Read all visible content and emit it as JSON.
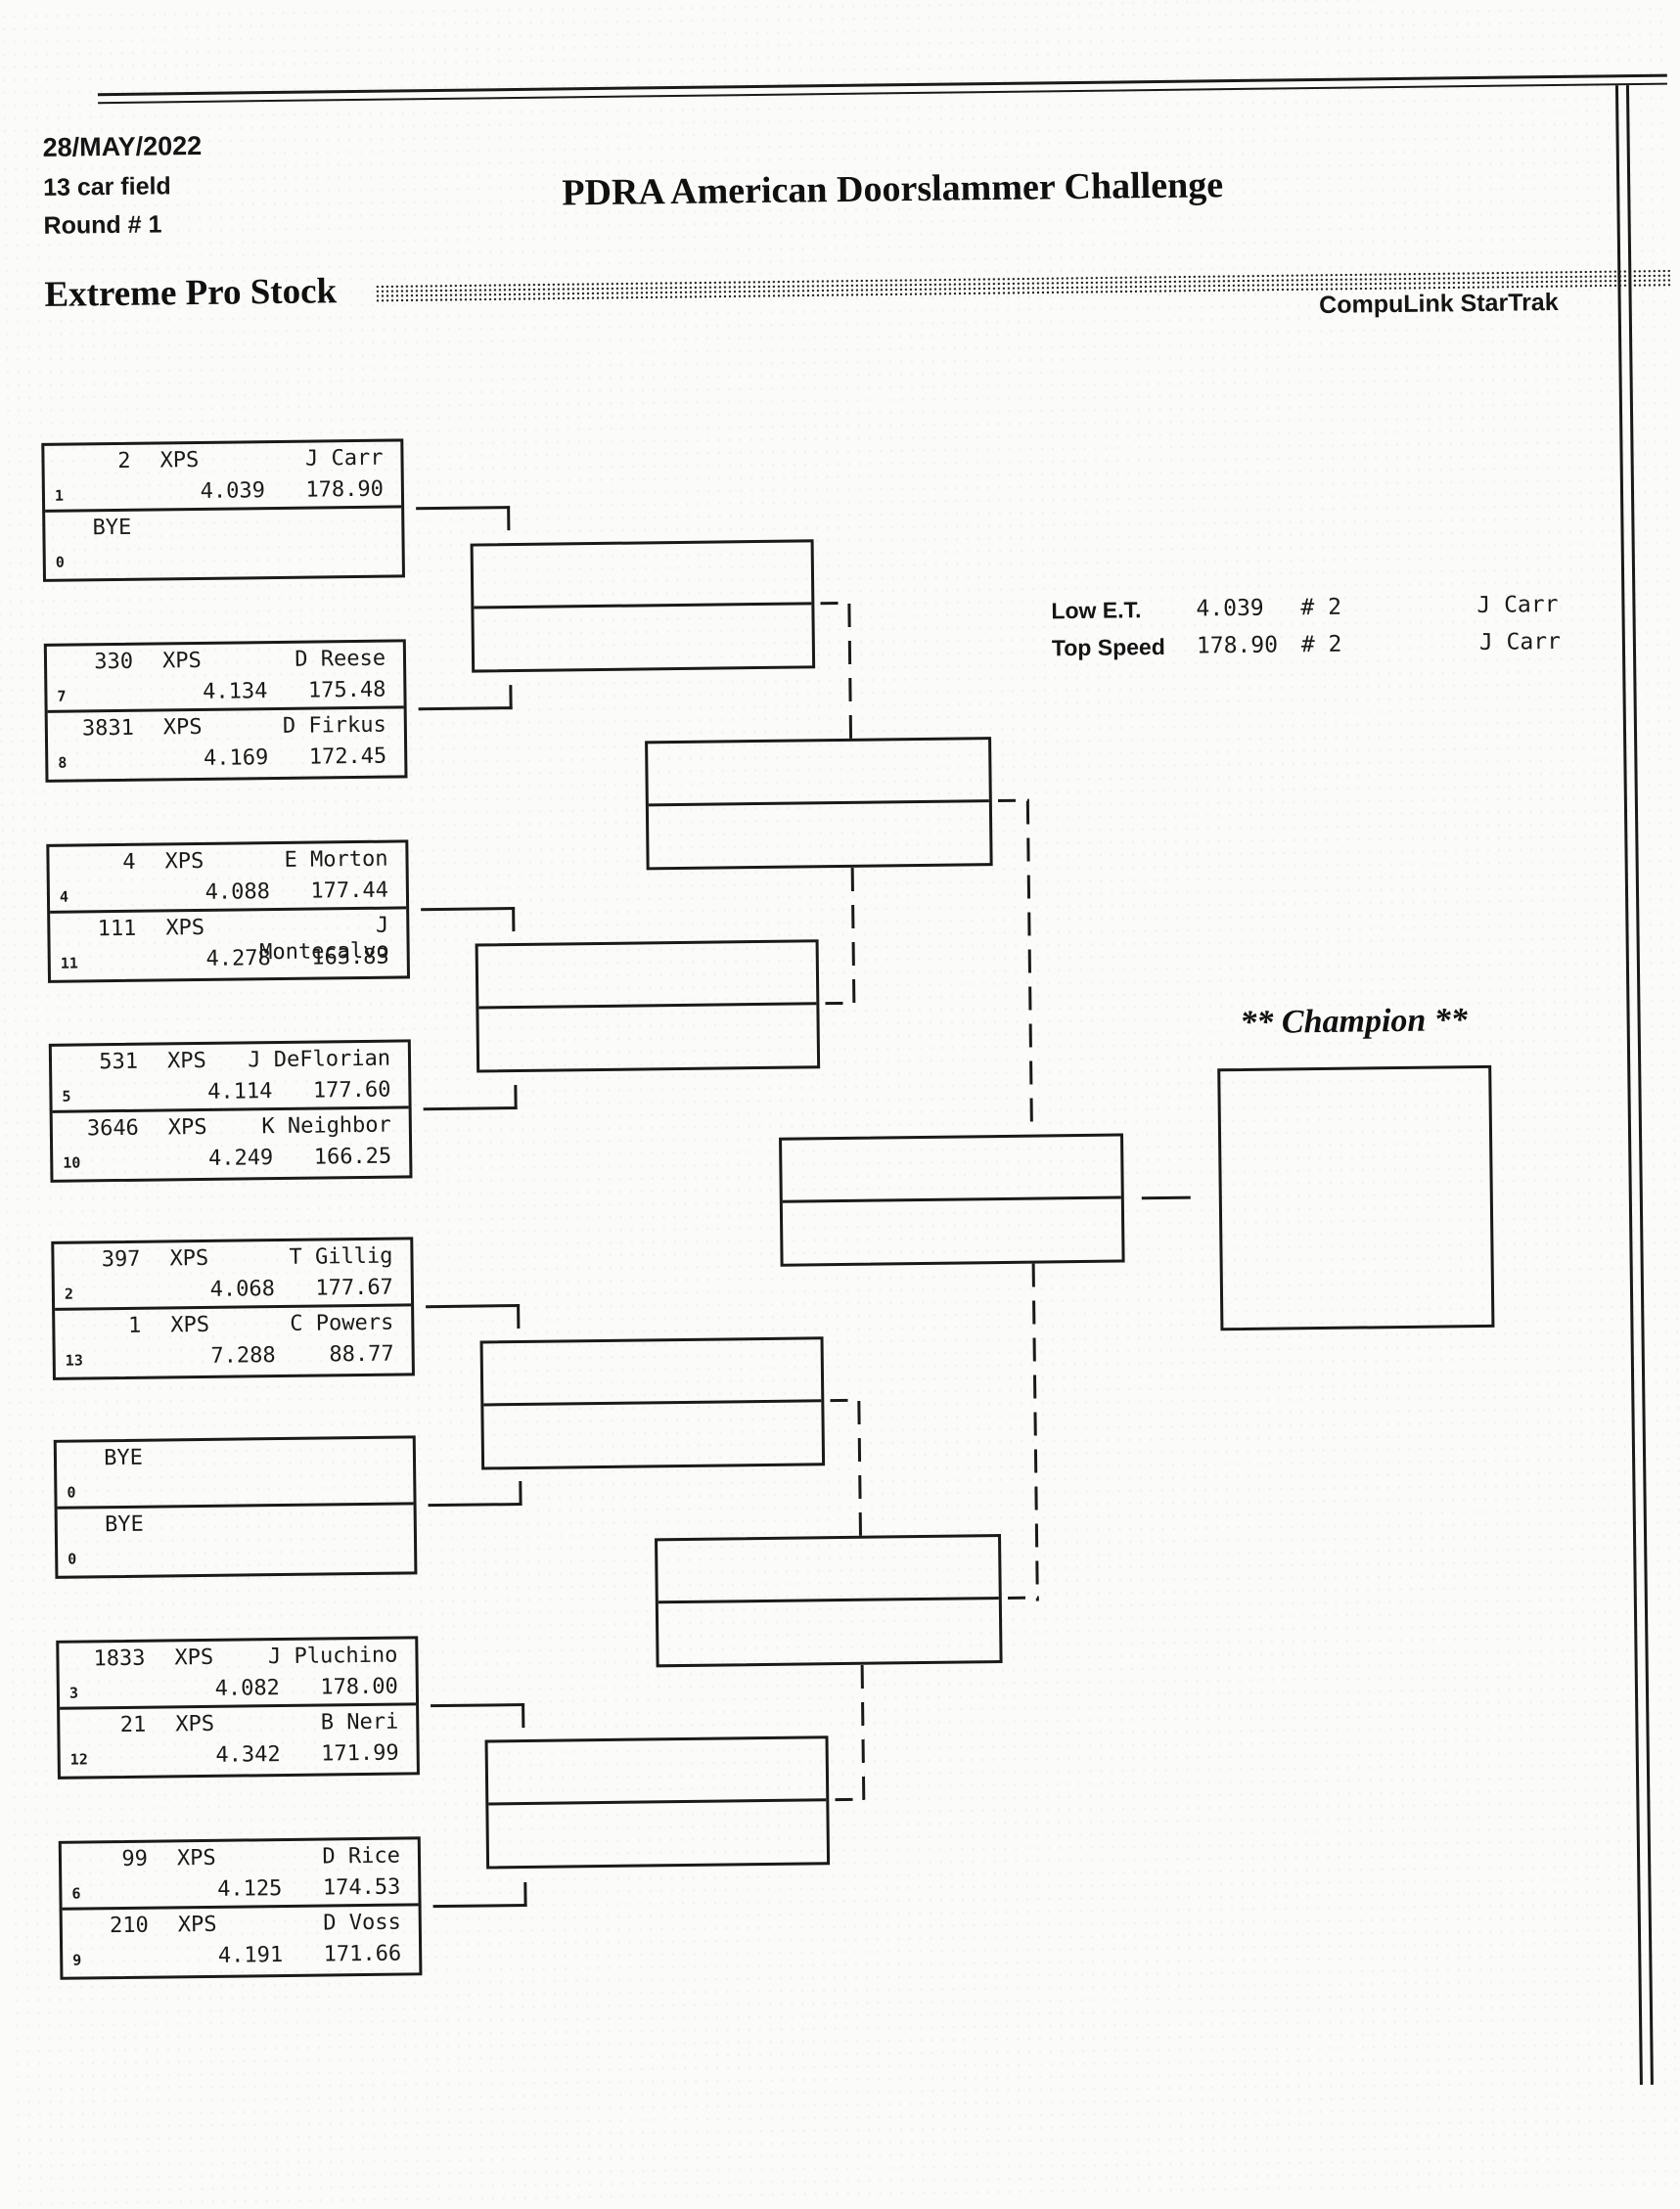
{
  "header": {
    "date": "28/MAY/2022",
    "field_size": "13 car field",
    "round": "Round # 1",
    "title": "PDRA American Doorslammer Challenge",
    "class_name": "Extreme Pro Stock",
    "brand": "CompuLink StarTrak"
  },
  "stats": {
    "low_et": {
      "label": "Low  E.T.",
      "value": "4.039",
      "rank": "# 2",
      "driver": "J Carr"
    },
    "top_speed": {
      "label": "Top Speed",
      "value": "178.90",
      "rank": "# 2",
      "driver": "J Carr"
    }
  },
  "champion_label": "** Champion **",
  "round1": [
    {
      "top": {
        "car": "2",
        "cls": "XPS",
        "driver": "J Carr",
        "seed": "1",
        "et": "4.039",
        "speed": "178.90"
      },
      "bottom": {
        "car": "BYE",
        "cls": "",
        "driver": "",
        "seed": "0",
        "et": "",
        "speed": ""
      }
    },
    {
      "top": {
        "car": "330",
        "cls": "XPS",
        "driver": "D Reese",
        "seed": "7",
        "et": "4.134",
        "speed": "175.48"
      },
      "bottom": {
        "car": "3831",
        "cls": "XPS",
        "driver": "D Firkus",
        "seed": "8",
        "et": "4.169",
        "speed": "172.45"
      }
    },
    {
      "top": {
        "car": "4",
        "cls": "XPS",
        "driver": "E Morton",
        "seed": "4",
        "et": "4.088",
        "speed": "177.44"
      },
      "bottom": {
        "car": "111",
        "cls": "XPS",
        "driver": "J Montecalvo",
        "seed": "11",
        "et": "4.278",
        "speed": "163.83"
      }
    },
    {
      "top": {
        "car": "531",
        "cls": "XPS",
        "driver": "J DeFlorian",
        "seed": "5",
        "et": "4.114",
        "speed": "177.60"
      },
      "bottom": {
        "car": "3646",
        "cls": "XPS",
        "driver": "K Neighbor",
        "seed": "10",
        "et": "4.249",
        "speed": "166.25"
      }
    },
    {
      "top": {
        "car": "397",
        "cls": "XPS",
        "driver": "T Gillig",
        "seed": "2",
        "et": "4.068",
        "speed": "177.67"
      },
      "bottom": {
        "car": "1",
        "cls": "XPS",
        "driver": "C Powers",
        "seed": "13",
        "et": "7.288",
        "speed": "88.77"
      }
    },
    {
      "top": {
        "car": "BYE",
        "cls": "",
        "driver": "",
        "seed": "0",
        "et": "",
        "speed": ""
      },
      "bottom": {
        "car": "BYE",
        "cls": "",
        "driver": "",
        "seed": "0",
        "et": "",
        "speed": ""
      }
    },
    {
      "top": {
        "car": "1833",
        "cls": "XPS",
        "driver": "J Pluchino",
        "seed": "3",
        "et": "4.082",
        "speed": "178.00"
      },
      "bottom": {
        "car": "21",
        "cls": "XPS",
        "driver": "B Neri",
        "seed": "12",
        "et": "4.342",
        "speed": "171.99"
      }
    },
    {
      "top": {
        "car": "99",
        "cls": "XPS",
        "driver": "D Rice",
        "seed": "6",
        "et": "4.125",
        "speed": "174.53"
      },
      "bottom": {
        "car": "210",
        "cls": "XPS",
        "driver": "D Voss",
        "seed": "9",
        "et": "4.191",
        "speed": "171.66"
      }
    }
  ]
}
